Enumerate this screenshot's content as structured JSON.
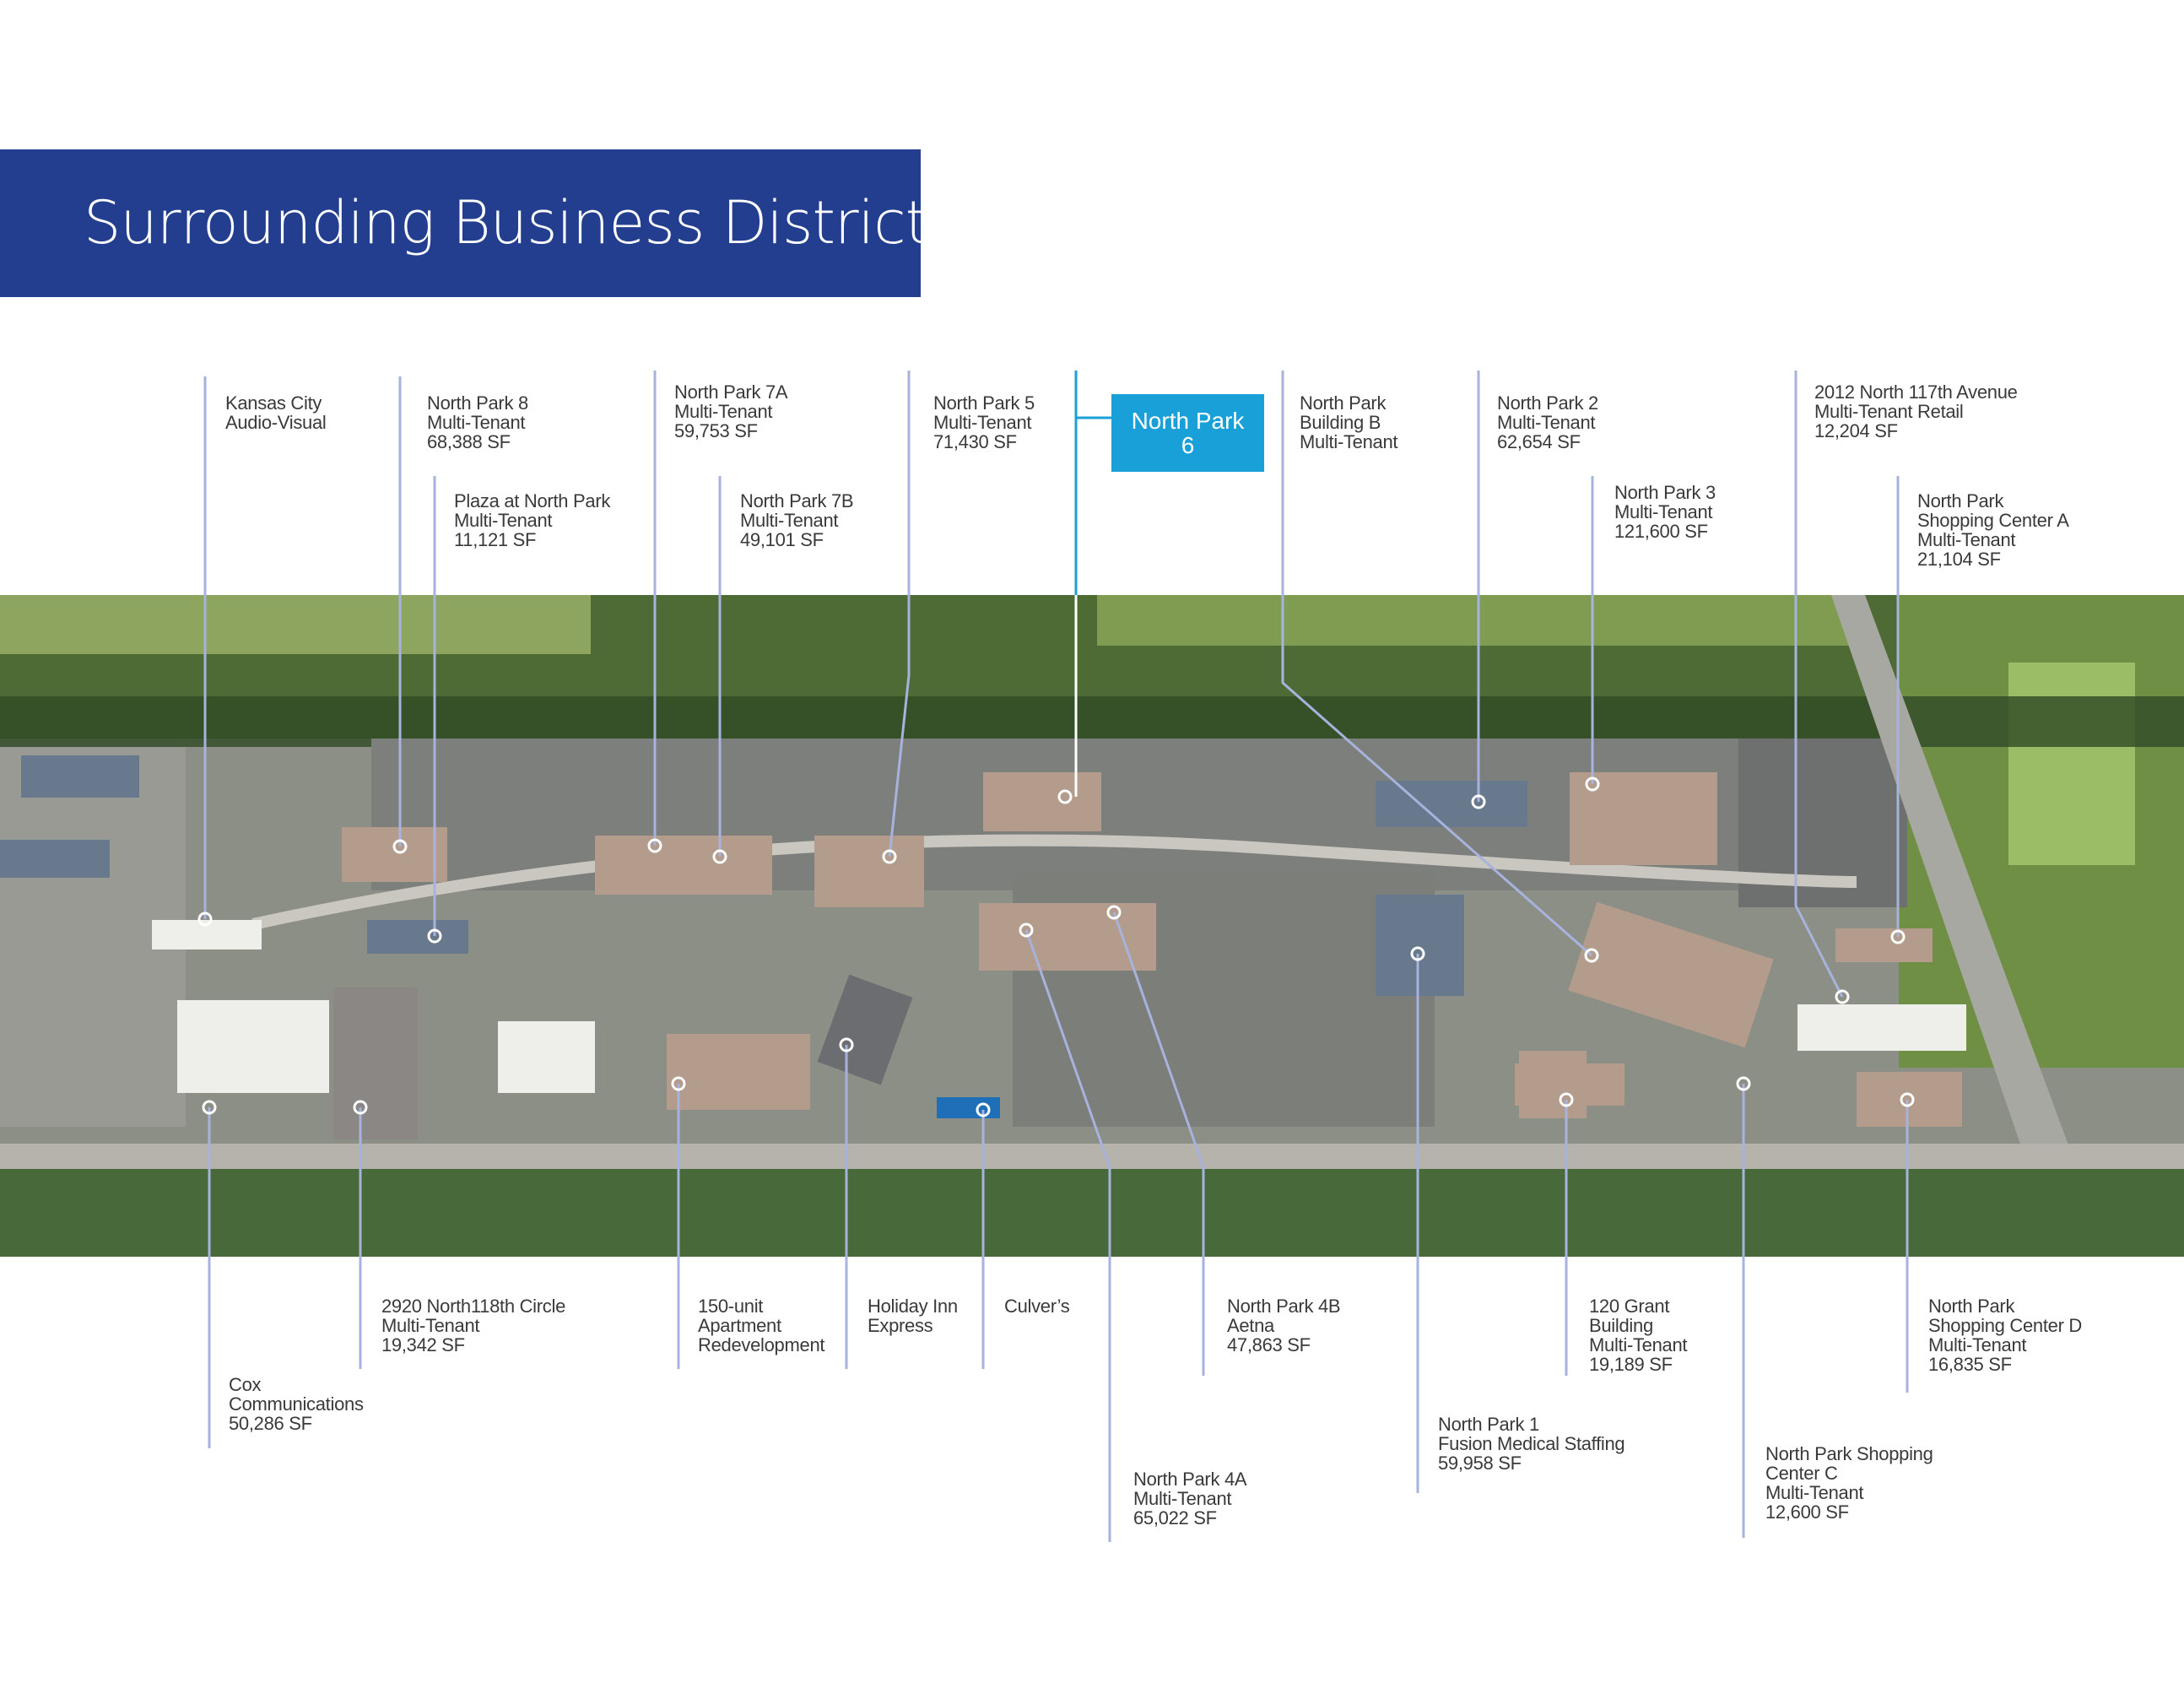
{
  "header": {
    "title": "Surrounding Business District"
  },
  "highlight": {
    "lines": [
      "North Park",
      "6"
    ],
    "color": "#1aa0d8"
  },
  "colors": {
    "title_bar": "#233e8e",
    "leader_lines": "#a7b3dc"
  },
  "top_labels": [
    {
      "lines": [
        "Kansas City",
        "Audio-Visual"
      ]
    },
    {
      "lines": [
        "North Park 8",
        "Multi-Tenant",
        "68,388 SF"
      ]
    },
    {
      "lines": [
        "Plaza at North Park",
        "Multi-Tenant",
        "11,121 SF"
      ]
    },
    {
      "lines": [
        "North Park 7A",
        "Multi-Tenant",
        "59,753 SF"
      ]
    },
    {
      "lines": [
        "North Park 7B",
        "Multi-Tenant",
        "49,101 SF"
      ]
    },
    {
      "lines": [
        "North Park 5",
        "Multi-Tenant",
        "71,430 SF"
      ]
    },
    {
      "lines": [
        "North Park",
        "Building B",
        "Multi-Tenant"
      ]
    },
    {
      "lines": [
        "North Park 2",
        "Multi-Tenant",
        "62,654 SF"
      ]
    },
    {
      "lines": [
        "North Park 3",
        "Multi-Tenant",
        "121,600 SF"
      ]
    },
    {
      "lines": [
        "2012 North 117th Avenue",
        "Multi-Tenant Retail",
        "12,204 SF"
      ]
    },
    {
      "lines": [
        "North Park",
        "Shopping Center A",
        "Multi-Tenant",
        "21,104 SF"
      ]
    }
  ],
  "bottom_labels": [
    {
      "lines": [
        "Cox",
        "Communications",
        "50,286 SF"
      ]
    },
    {
      "lines": [
        "2920 North118th Circle",
        "Multi-Tenant",
        "19,342 SF"
      ]
    },
    {
      "lines": [
        "150-unit",
        "Apartment",
        "Redevelopment"
      ]
    },
    {
      "lines": [
        "Holiday Inn",
        "Express"
      ]
    },
    {
      "lines": [
        "Culver’s"
      ]
    },
    {
      "lines": [
        "North Park 4A",
        "Multi-Tenant",
        "65,022 SF"
      ]
    },
    {
      "lines": [
        "North Park 4B",
        "Aetna",
        "47,863 SF"
      ]
    },
    {
      "lines": [
        "North Park 1",
        "Fusion Medical Staffing",
        "59,958 SF"
      ]
    },
    {
      "lines": [
        "120 Grant",
        "Building",
        "Multi-Tenant",
        "19,189 SF"
      ]
    },
    {
      "lines": [
        "North Park Shopping",
        "Center C",
        "Multi-Tenant",
        "12,600 SF"
      ]
    },
    {
      "lines": [
        "North Park",
        "Shopping Center D",
        "Multi-Tenant",
        "16,835 SF"
      ]
    }
  ]
}
